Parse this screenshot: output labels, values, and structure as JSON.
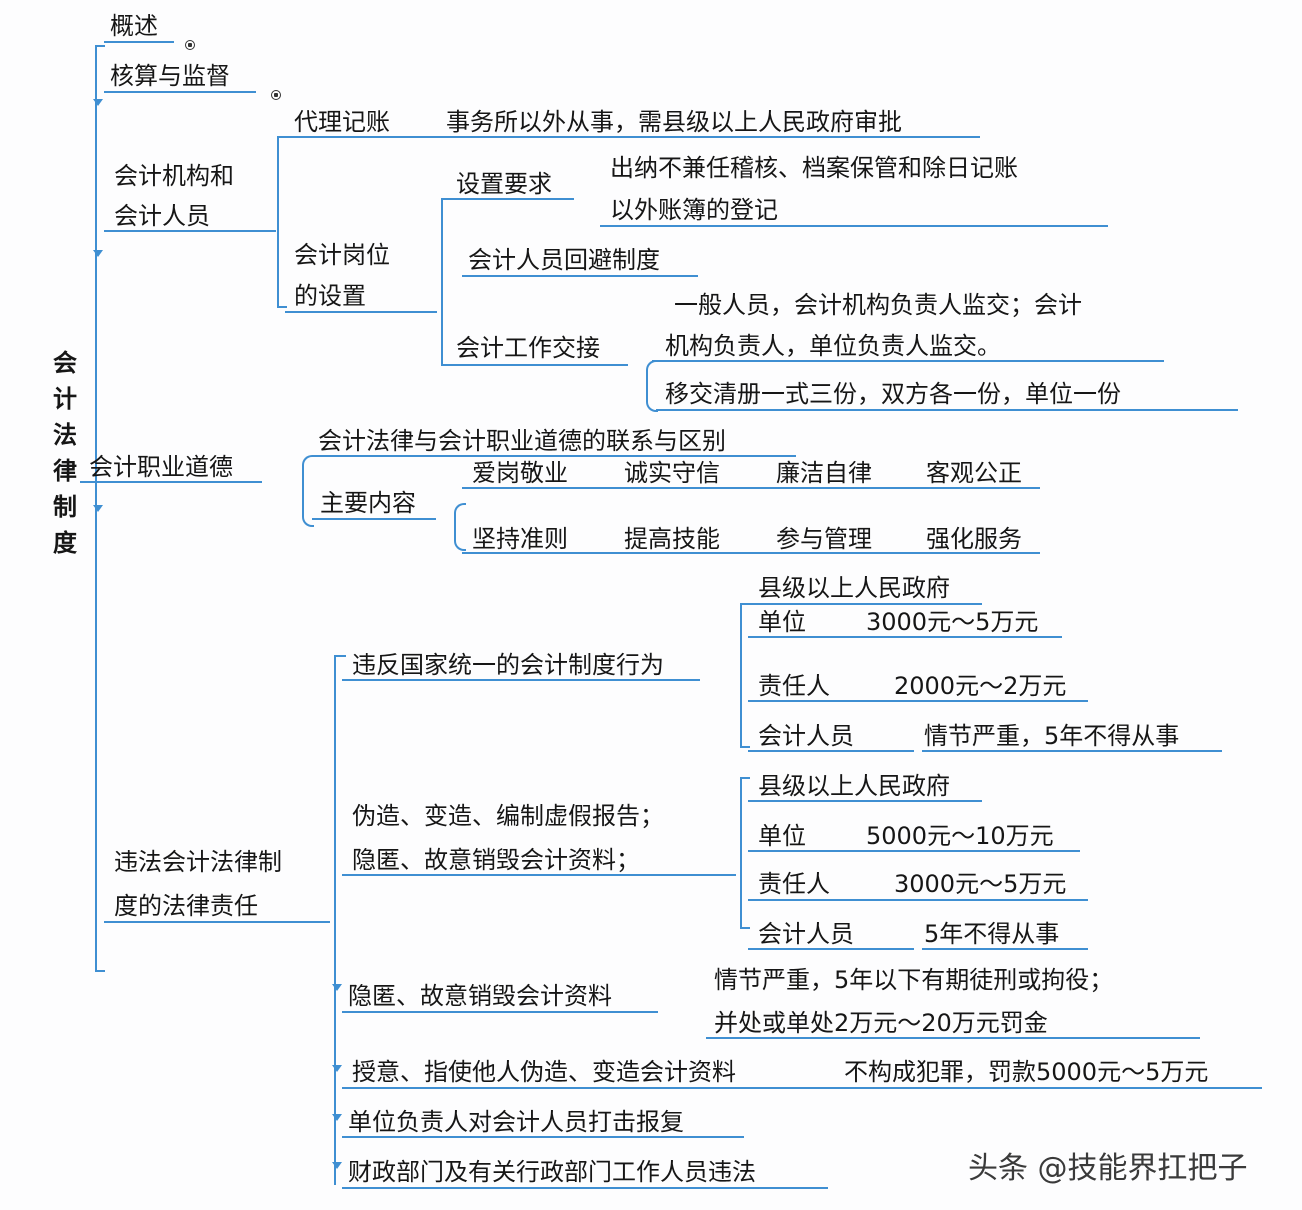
{
  "root": {
    "title_chars": [
      "会",
      "计",
      "法",
      "律",
      "制",
      "度"
    ]
  },
  "branches": {
    "overview": {
      "label": "概述"
    },
    "accounting_supervision": {
      "label": "核算与监督"
    },
    "institutions": {
      "label_line1": "会计机构和",
      "label_line2": "会计人员",
      "agency_bookkeeping": {
        "label": "代理记账",
        "detail": "事务所以外从事，需县级以上人民政府审批"
      },
      "post_setting": {
        "label_line1": "会计岗位",
        "label_line2": "的设置",
        "requirements": {
          "label": "设置要求",
          "detail_line1": "出纳不兼任稽核、档案保管和除日记账",
          "detail_line2": "以外账簿的登记"
        },
        "avoidance": {
          "label": "会计人员回避制度"
        },
        "handover": {
          "label": "会计工作交接",
          "detail_a_line1": "一般人员，会计机构负责人监交；会计",
          "detail_a_line2": "机构负责人，单位负责人监交。",
          "detail_b": "移交清册一式三份，双方各一份，单位一份"
        }
      }
    },
    "ethics": {
      "label": "会计职业道德",
      "relation": "会计法律与会计职业道德的联系与区别",
      "main_content": {
        "label": "主要内容",
        "row1": [
          "爱岗敬业",
          "诚实守信",
          "廉洁自律",
          "客观公正"
        ],
        "row2": [
          "坚持准则",
          "提高技能",
          "参与管理",
          "强化服务"
        ]
      }
    },
    "liability": {
      "label_line1": "违法会计法律制",
      "label_line2": "度的法律责任",
      "violation_unified": {
        "label": "违反国家统一的会计制度行为",
        "authority": "县级以上人民政府",
        "unit": {
          "label": "单位",
          "value": "3000元～5万元"
        },
        "responsible": {
          "label": "责任人",
          "value": "2000元～2万元"
        },
        "accountant": {
          "label": "会计人员",
          "value": "情节严重，5年不得从事"
        }
      },
      "forgery": {
        "label_line1": "伪造、变造、编制虚假报告；",
        "label_line2": "隐匿、故意销毁会计资料；",
        "authority": "县级以上人民政府",
        "unit": {
          "label": "单位",
          "value": "5000元～10万元"
        },
        "responsible": {
          "label": "责任人",
          "value": "3000元～5万元"
        },
        "accountant": {
          "label": "会计人员",
          "value": "5年不得从事"
        }
      },
      "concealment": {
        "label": "隐匿、故意销毁会计资料",
        "detail_line1": "情节严重，5年以下有期徒刑或拘役；",
        "detail_line2": "并处或单处2万元～20万元罚金"
      },
      "instigation": {
        "label": "授意、指使他人伪造、变造会计资料",
        "detail": "不构成犯罪，罚款5000元～5万元"
      },
      "retaliation": {
        "label": "单位负责人对会计人员打击报复"
      },
      "officials": {
        "label": "财政部门及有关行政部门工作人员违法"
      }
    }
  },
  "watermark": "头条 @技能界扛把子",
  "colors": {
    "line": "#3f8fd2",
    "text": "#161616",
    "background": "#fdfdfe"
  }
}
